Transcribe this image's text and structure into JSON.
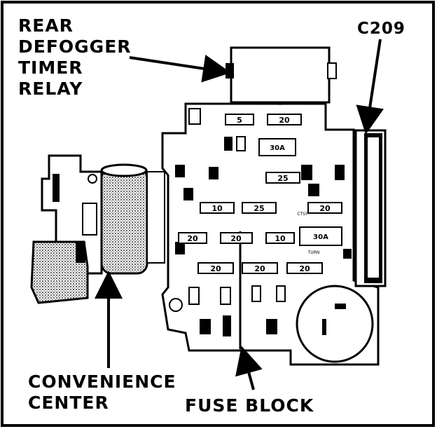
{
  "labels": {
    "relay_lines": [
      "REAR",
      "DEFOGGER",
      "TIMER",
      "RELAY"
    ],
    "connector": "C209",
    "convenience_lines": [
      "CONVENIENCE",
      "CENTER"
    ],
    "fuse_block": "FUSE BLOCK"
  },
  "fuses": {
    "top_row": [
      "5",
      "20"
    ],
    "maxi_top": "30A",
    "row2": [
      "25"
    ],
    "row3": [
      "10",
      "25",
      "20"
    ],
    "row4": [
      "20",
      "20",
      "10"
    ],
    "maxi_mid": "30A",
    "row5": [
      "20",
      "20",
      "20"
    ]
  },
  "colors": {
    "ink": "#000000",
    "paper": "#ffffff",
    "screen": "#8a8a8a"
  }
}
